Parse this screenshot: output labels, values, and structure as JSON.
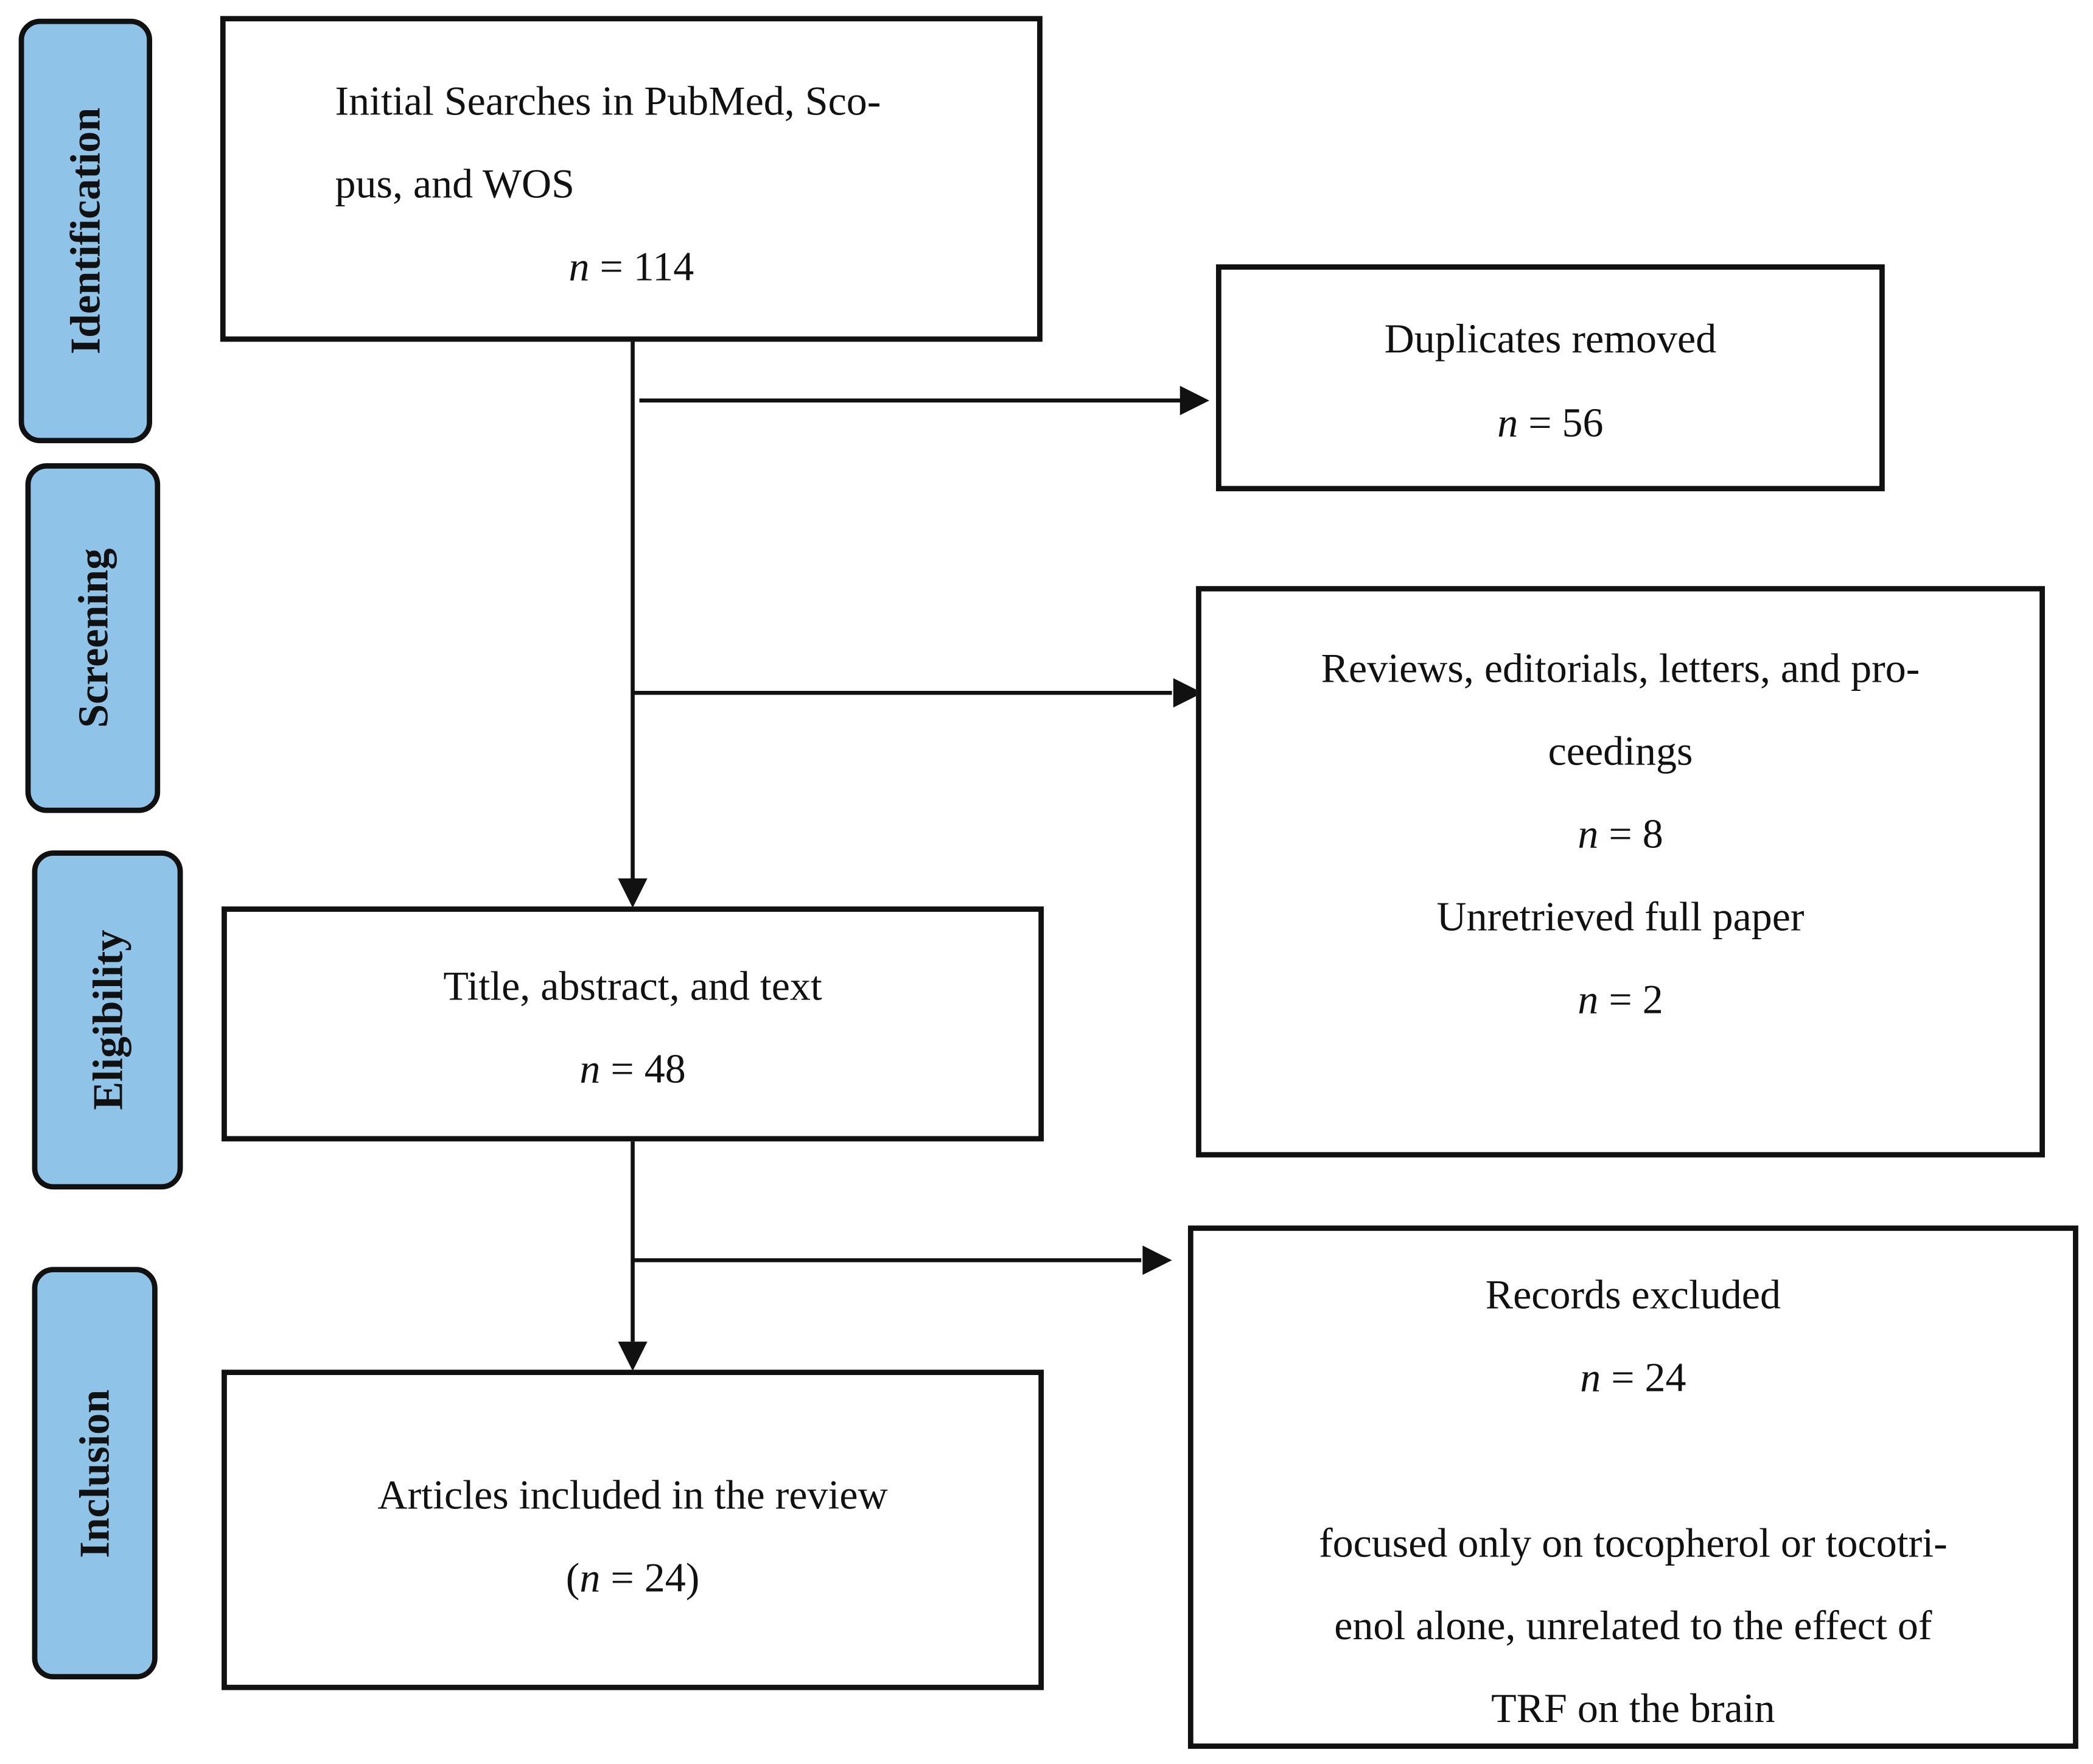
{
  "phases": {
    "identification": "Identification",
    "screening": "Screening",
    "eligibility": "Eligibility",
    "inclusion": "Inclusion"
  },
  "boxes": {
    "initial_search": {
      "line1": "Initial Searches in PubMed, Sco-",
      "line2": "pus, and WOS",
      "n_symbol": "n",
      "n_value": " = 114"
    },
    "duplicates": {
      "label": "Duplicates removed",
      "n_symbol": "n",
      "n_value": " = 56"
    },
    "reviews": {
      "line1": "Reviews, editorials, letters, and pro-",
      "line2": "ceedings",
      "n_symbol": "n",
      "n_value": " = 8",
      "unretrieved_label": "Unretrieved full paper",
      "unretrieved_n_symbol": "n",
      "unretrieved_n_value": " = 2"
    },
    "title_abstract": {
      "label": "Title, abstract, and text",
      "n_symbol": "n",
      "n_value": " = 48"
    },
    "records_excluded": {
      "label": "Records excluded",
      "n_symbol": "n",
      "n_value": " = 24",
      "reason_line1": "focused only on tocopherol or tocotri-",
      "reason_line2": "enol alone, unrelated to the effect of",
      "reason_line3": "TRF on the brain"
    },
    "included": {
      "label": "Articles included in the review",
      "open_paren": "(",
      "n_symbol": "n",
      "n_value": " = 24)"
    }
  },
  "colors": {
    "phase_fill": "#8fc3e7",
    "stroke": "#111111"
  }
}
